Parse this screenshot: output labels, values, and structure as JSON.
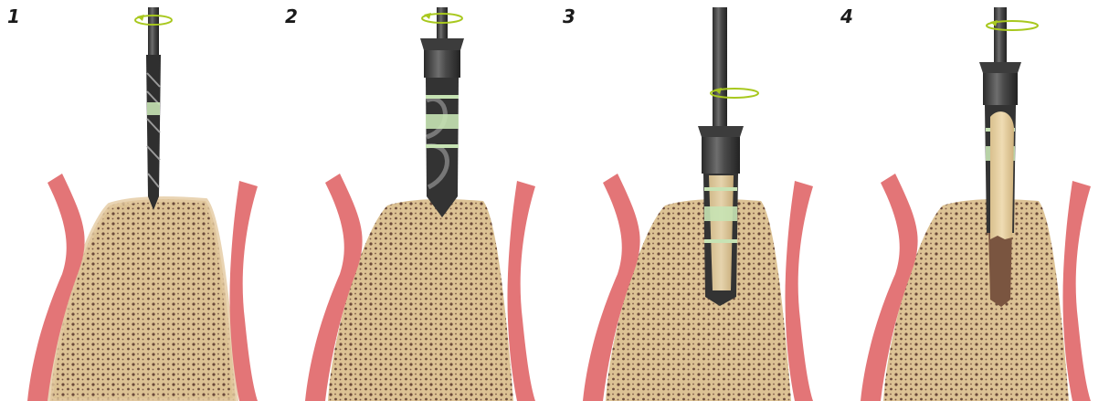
{
  "steps": [
    {
      "number": "1",
      "instrument": "pilot-drill"
    },
    {
      "number": "2",
      "instrument": "twist-drill"
    },
    {
      "number": "3",
      "instrument": "trephine-drill"
    },
    {
      "number": "4",
      "instrument": "trephine-with-bone-core"
    }
  ],
  "colors": {
    "gum": "#e37577",
    "gum_dark": "#c95a5d",
    "bone": "#d9bf8f",
    "bone_edge": "#c9a86e",
    "bone_pore": "#6b4a3a",
    "drill_body": "#3a3a3a",
    "drill_highlight": "#6a6a6a",
    "depth_band": "#c7e3b4",
    "rotation_arrow": "#a8c81e"
  }
}
